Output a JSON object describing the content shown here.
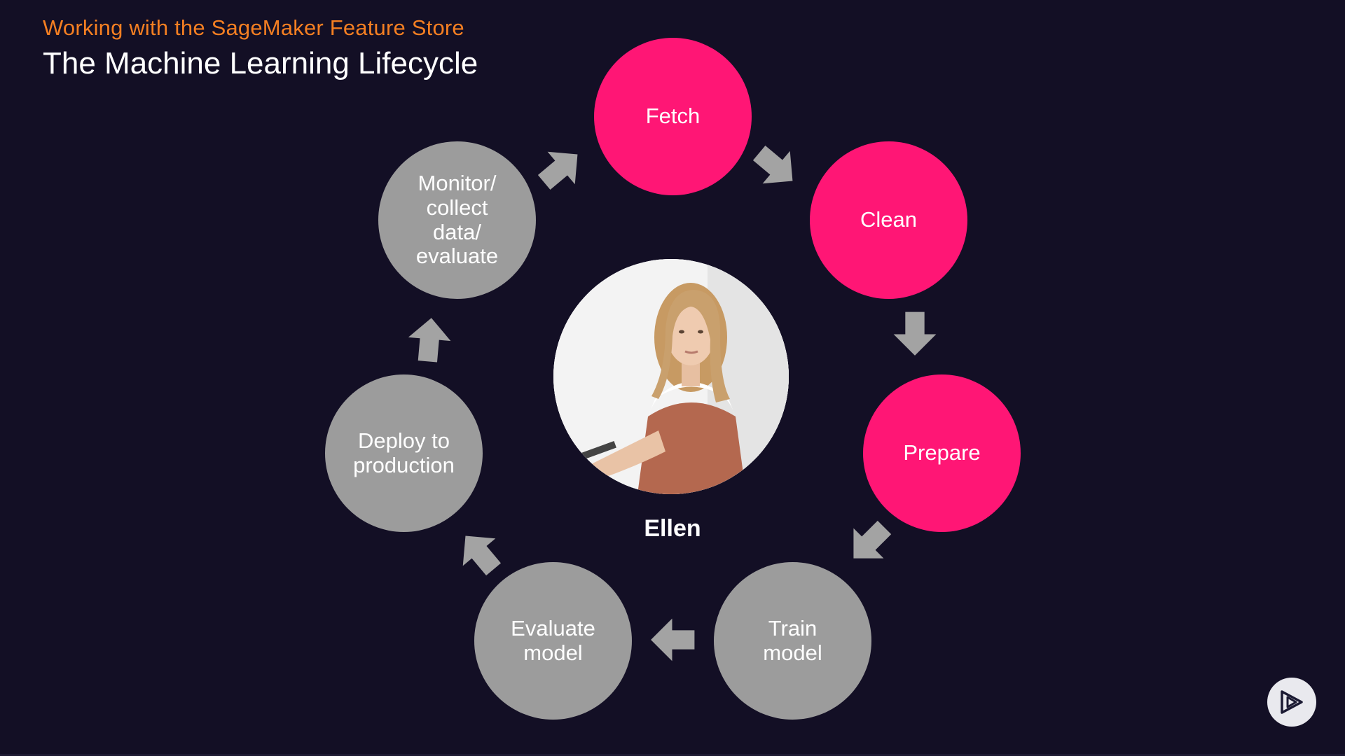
{
  "header": {
    "subtitle": "Working with the SageMaker Feature Store",
    "title": "The Machine Learning Lifecycle"
  },
  "lifecycle": {
    "steps": [
      {
        "label": "Fetch",
        "color": "#ff1675"
      },
      {
        "label": "Clean",
        "color": "#ff1675"
      },
      {
        "label": "Prepare",
        "color": "#ff1675"
      },
      {
        "label": "Train\nmodel",
        "color": "#9c9c9c"
      },
      {
        "label": "Evaluate\nmodel",
        "color": "#9c9c9c"
      },
      {
        "label": "Deploy to\nproduction",
        "color": "#9c9c9c"
      },
      {
        "label": "Monitor/\ncollect\ndata/\nevaluate",
        "color": "#9c9c9c"
      }
    ],
    "arrow_color": "#a3a3a3"
  },
  "center": {
    "name": "Ellen"
  },
  "player": {
    "icon": "play-logo-icon"
  }
}
